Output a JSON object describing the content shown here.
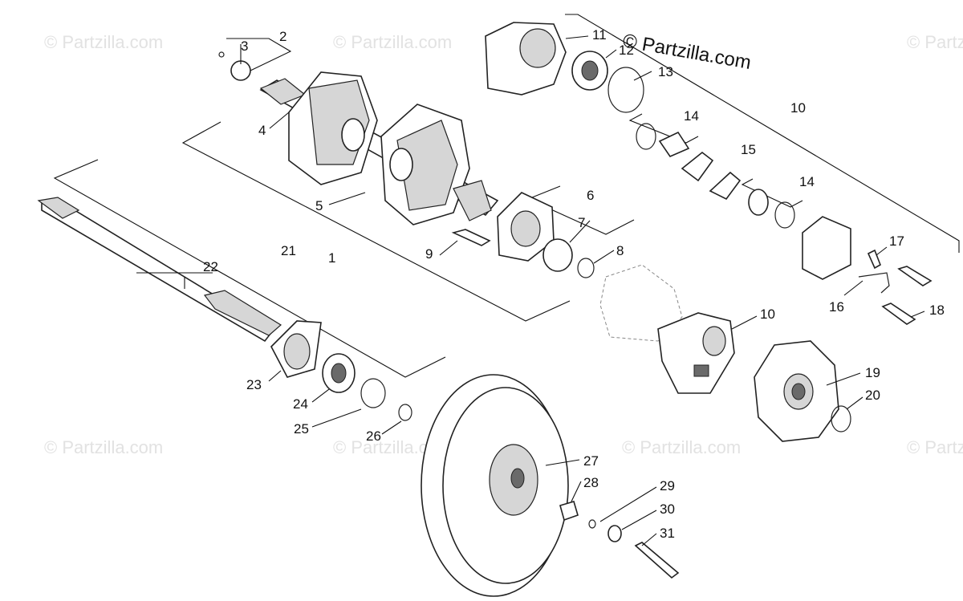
{
  "brand_watermark": "© Partzilla.com",
  "faint_watermark": "© Partzilla.com",
  "callouts": [
    "1",
    "2",
    "3",
    "4",
    "5",
    "6",
    "7",
    "8",
    "9",
    "10",
    "10",
    "11",
    "12",
    "13",
    "14",
    "14",
    "15",
    "16",
    "17",
    "18",
    "19",
    "20",
    "21",
    "22",
    "23",
    "24",
    "25",
    "26",
    "27",
    "28",
    "29",
    "30",
    "31"
  ]
}
